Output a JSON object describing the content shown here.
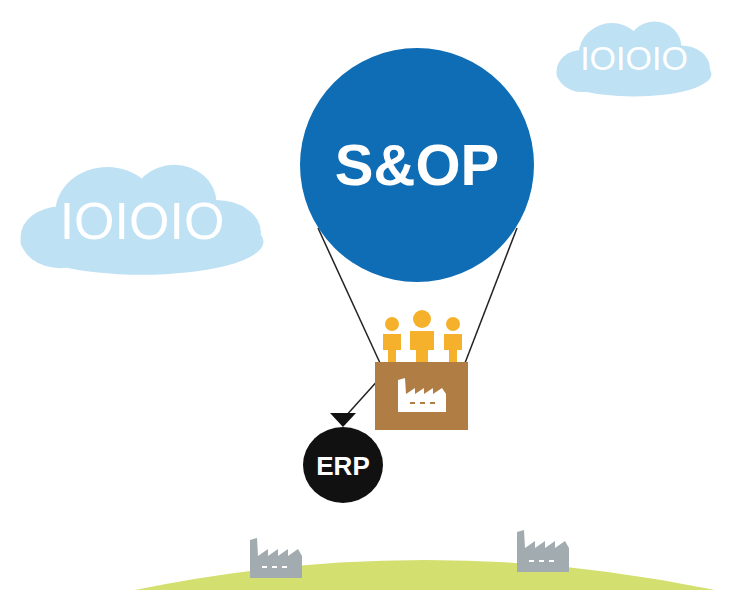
{
  "diagram": {
    "nodes": [
      {
        "text": [
          "IOIOIO"
        ]
      },
      {
        "text": [
          "S&OP"
        ]
      },
      {
        "text": [
          "IOIOIO"
        ]
      },
      {
        "text": [
          "ERP"
        ]
      }
    ]
  }
}
